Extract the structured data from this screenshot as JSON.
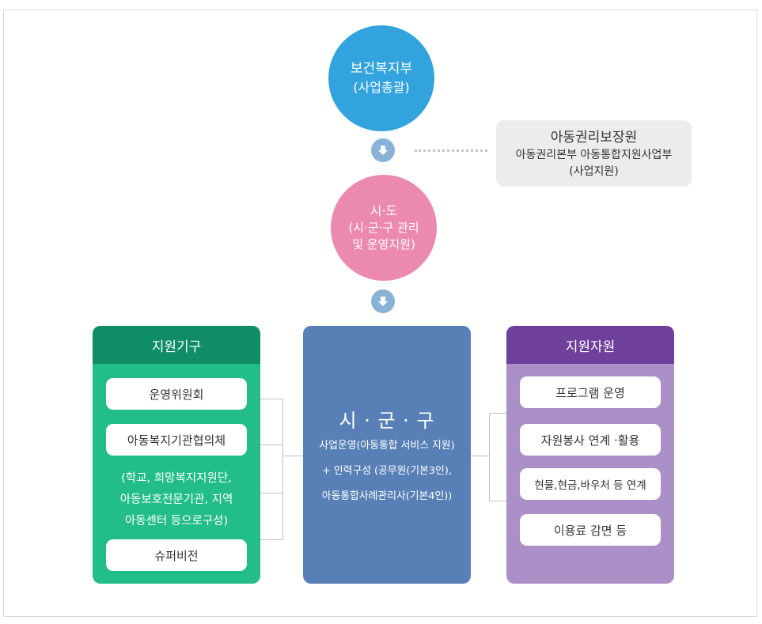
{
  "top": {
    "ministry": {
      "name": "보건복지부",
      "role": "(사업총괄)"
    },
    "agency": {
      "name": "아동권리보장원",
      "dept": "아동권리본부 아동통합지원사업부",
      "role": "(사업지원)"
    },
    "sido": {
      "name": "시·도",
      "role_line1": "(시·군·구 관리",
      "role_line2": "및 운영지원)"
    }
  },
  "left_panel": {
    "title": "지원기구",
    "items": [
      "운영위원회",
      "아동복지기관협의체",
      "슈퍼비전"
    ],
    "note_lines": [
      "(학교, 희망복지지원단,",
      "아동보호전문기관, 지역",
      "아동센터 등으로구성)"
    ]
  },
  "center_panel": {
    "title": "시 · 군 · 구",
    "lines": [
      "사업운영(아동통합 서비스 지원)",
      "+ 인력구성 (공무원(기본3인),",
      "아동통합사례관리사(기본4인))"
    ]
  },
  "right_panel": {
    "title": "지원자원",
    "items": [
      "프로그램 운영",
      "자원봉사 연계 ·활용",
      "현물,현금,바우처 등 연계",
      "이용료 감면 등"
    ]
  },
  "colors": {
    "ministry": "#32a3dd",
    "sido": "#ec89b0",
    "arrow": "#89b3d6",
    "left_header": "#0f8d66",
    "left_body": "#23bd8a",
    "center": "#5880b6",
    "right_header": "#6e3f9b",
    "right_body": "#ab90c8"
  },
  "icons": {
    "flow_arrow": "down-arrow-icon"
  }
}
